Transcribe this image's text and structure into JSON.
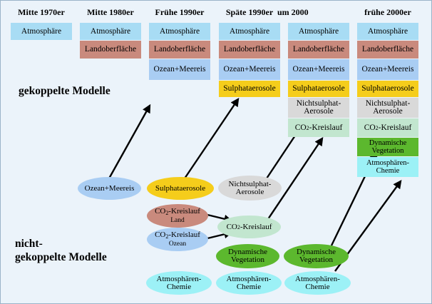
{
  "columns": [
    "Mitte 1970er",
    "Mitte 1980er",
    "Frühe 1990er",
    "Späte 1990er",
    "um 2000",
    "frühe 2000er"
  ],
  "components": {
    "atmosphere": "Atmosphäre",
    "land": "Landoberfläche",
    "ocean_ice": "Ozean+Meereis",
    "sulphate": "Sulphataerosole",
    "nonsulphate_l1": "Nichtsulphat-",
    "nonsulphate_l2": "Aerosole",
    "co2_prefix": "CO",
    "co2_sub": "2",
    "co2_suffix": "-Kreislauf",
    "vegetation_l1": "Dynamische",
    "vegetation_l2": "Vegetation",
    "chemistry_l1": "Atmosphären-",
    "chemistry_l2": "Chemie"
  },
  "labels": {
    "coupled": "gekoppelte Modelle",
    "uncoupled_l1": "nicht-",
    "uncoupled_l2": "gekoppelte Modelle",
    "co2_land": "Land",
    "co2_ocean": "Ozean"
  },
  "colors": {
    "background": "#ebf3fa",
    "atmosphere": "#a8dcf4",
    "land": "#c98a7d",
    "ocean": "#a9cdf3",
    "sulphate": "#f5cd1b",
    "nonsulphate": "#d9d9d9",
    "co2": "#c2e6cf",
    "vegetation": "#5cb82e",
    "chemistry": "#9cf1f6"
  }
}
